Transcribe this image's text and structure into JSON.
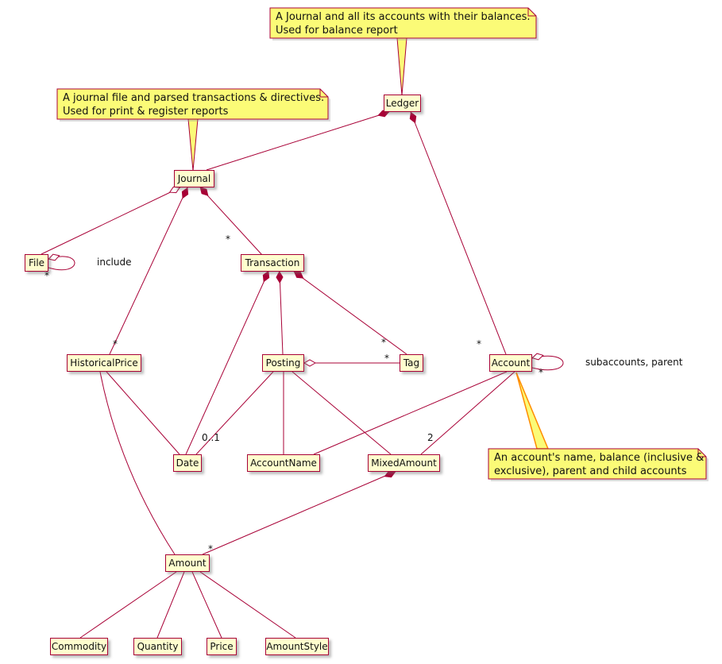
{
  "diagram": {
    "type": "uml-class-diagram",
    "colors": {
      "node_fill": "#FEFECE",
      "node_border": "#A80036",
      "note_fill": "#FBFB77",
      "edge": "#A80036",
      "account_note_connector": "#FF8C00",
      "background": "#FFFFFF"
    }
  },
  "nodes": {
    "ledger": "Ledger",
    "journal": "Journal",
    "file": "File",
    "transaction": "Transaction",
    "historicalprice": "HistoricalPrice",
    "posting": "Posting",
    "tag": "Tag",
    "account": "Account",
    "date": "Date",
    "accountname": "AccountName",
    "mixedamount": "MixedAmount",
    "amount": "Amount",
    "commodity": "Commodity",
    "quantity": "Quantity",
    "price": "Price",
    "amountstyle": "AmountStyle"
  },
  "notes": {
    "ledger_note": {
      "line1": "A Journal and all its accounts with their balances.",
      "line2": "Used for balance report"
    },
    "journal_note": {
      "line1": "A journal file and parsed transactions & directives.",
      "line2": "Used for print & register reports"
    },
    "account_note": {
      "line1": "An account's name, balance (inclusive &",
      "line2": "exclusive), parent and child accounts"
    }
  },
  "edge_labels": {
    "journal_transactions": "*",
    "journal_historicalprices": "*",
    "ledger_accounts": "*",
    "transaction_tags": "*",
    "posting_tags": "*",
    "file_include_mult": "*",
    "account_subaccounts_mult": "*",
    "mixedamount_amounts": "*",
    "posting_date": "0..1",
    "account_balances": "2",
    "include": "include",
    "subaccounts_parent": "subaccounts, parent"
  },
  "edges": [
    {
      "from": "Ledger",
      "to": "Journal",
      "type": "composition"
    },
    {
      "from": "Ledger",
      "to": "Account",
      "type": "composition",
      "target_multiplicity": "*"
    },
    {
      "from": "Journal",
      "to": "File",
      "type": "aggregation"
    },
    {
      "from": "File",
      "to": "File",
      "type": "aggregation",
      "label": "include",
      "target_multiplicity": "*"
    },
    {
      "from": "Journal",
      "to": "Transaction",
      "type": "composition",
      "target_multiplicity": "*"
    },
    {
      "from": "Journal",
      "to": "HistoricalPrice",
      "type": "composition",
      "target_multiplicity": "*"
    },
    {
      "from": "Transaction",
      "to": "Date",
      "type": "composition"
    },
    {
      "from": "Transaction",
      "to": "Posting",
      "type": "composition"
    },
    {
      "from": "Transaction",
      "to": "Tag",
      "type": "composition",
      "target_multiplicity": "*"
    },
    {
      "from": "Posting",
      "to": "Tag",
      "type": "aggregation",
      "target_multiplicity": "*"
    },
    {
      "from": "Posting",
      "to": "Date",
      "type": "association",
      "target_multiplicity": "0..1"
    },
    {
      "from": "Posting",
      "to": "AccountName",
      "type": "association"
    },
    {
      "from": "Posting",
      "to": "MixedAmount",
      "type": "association"
    },
    {
      "from": "HistoricalPrice",
      "to": "Date",
      "type": "association"
    },
    {
      "from": "HistoricalPrice",
      "to": "Amount",
      "type": "association"
    },
    {
      "from": "Account",
      "to": "Account",
      "type": "aggregation",
      "label": "subaccounts, parent",
      "target_multiplicity": "*"
    },
    {
      "from": "Account",
      "to": "AccountName",
      "type": "association"
    },
    {
      "from": "Account",
      "to": "MixedAmount",
      "type": "association",
      "target_multiplicity": "2"
    },
    {
      "from": "MixedAmount",
      "to": "Amount",
      "type": "composition",
      "target_multiplicity": "*"
    },
    {
      "from": "Amount",
      "to": "Commodity",
      "type": "association"
    },
    {
      "from": "Amount",
      "to": "Quantity",
      "type": "association"
    },
    {
      "from": "Amount",
      "to": "Price",
      "type": "association"
    },
    {
      "from": "Amount",
      "to": "AmountStyle",
      "type": "association"
    }
  ]
}
